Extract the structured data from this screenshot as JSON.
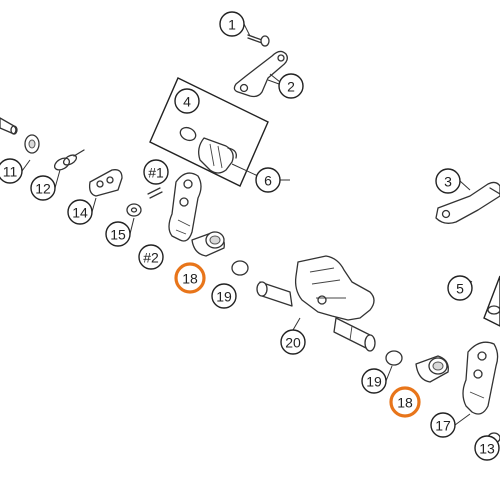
{
  "callouts": [
    "1",
    "2",
    "4",
    "6",
    "11",
    "12",
    "14",
    "#1",
    "15",
    "#2",
    "19",
    "20",
    "3",
    "5",
    "19",
    "17",
    "13"
  ],
  "highlighted_callouts": [
    "18",
    "18"
  ],
  "colors": {
    "highlight": "#e8751a",
    "line": "#333333",
    "background": "#ffffff"
  }
}
